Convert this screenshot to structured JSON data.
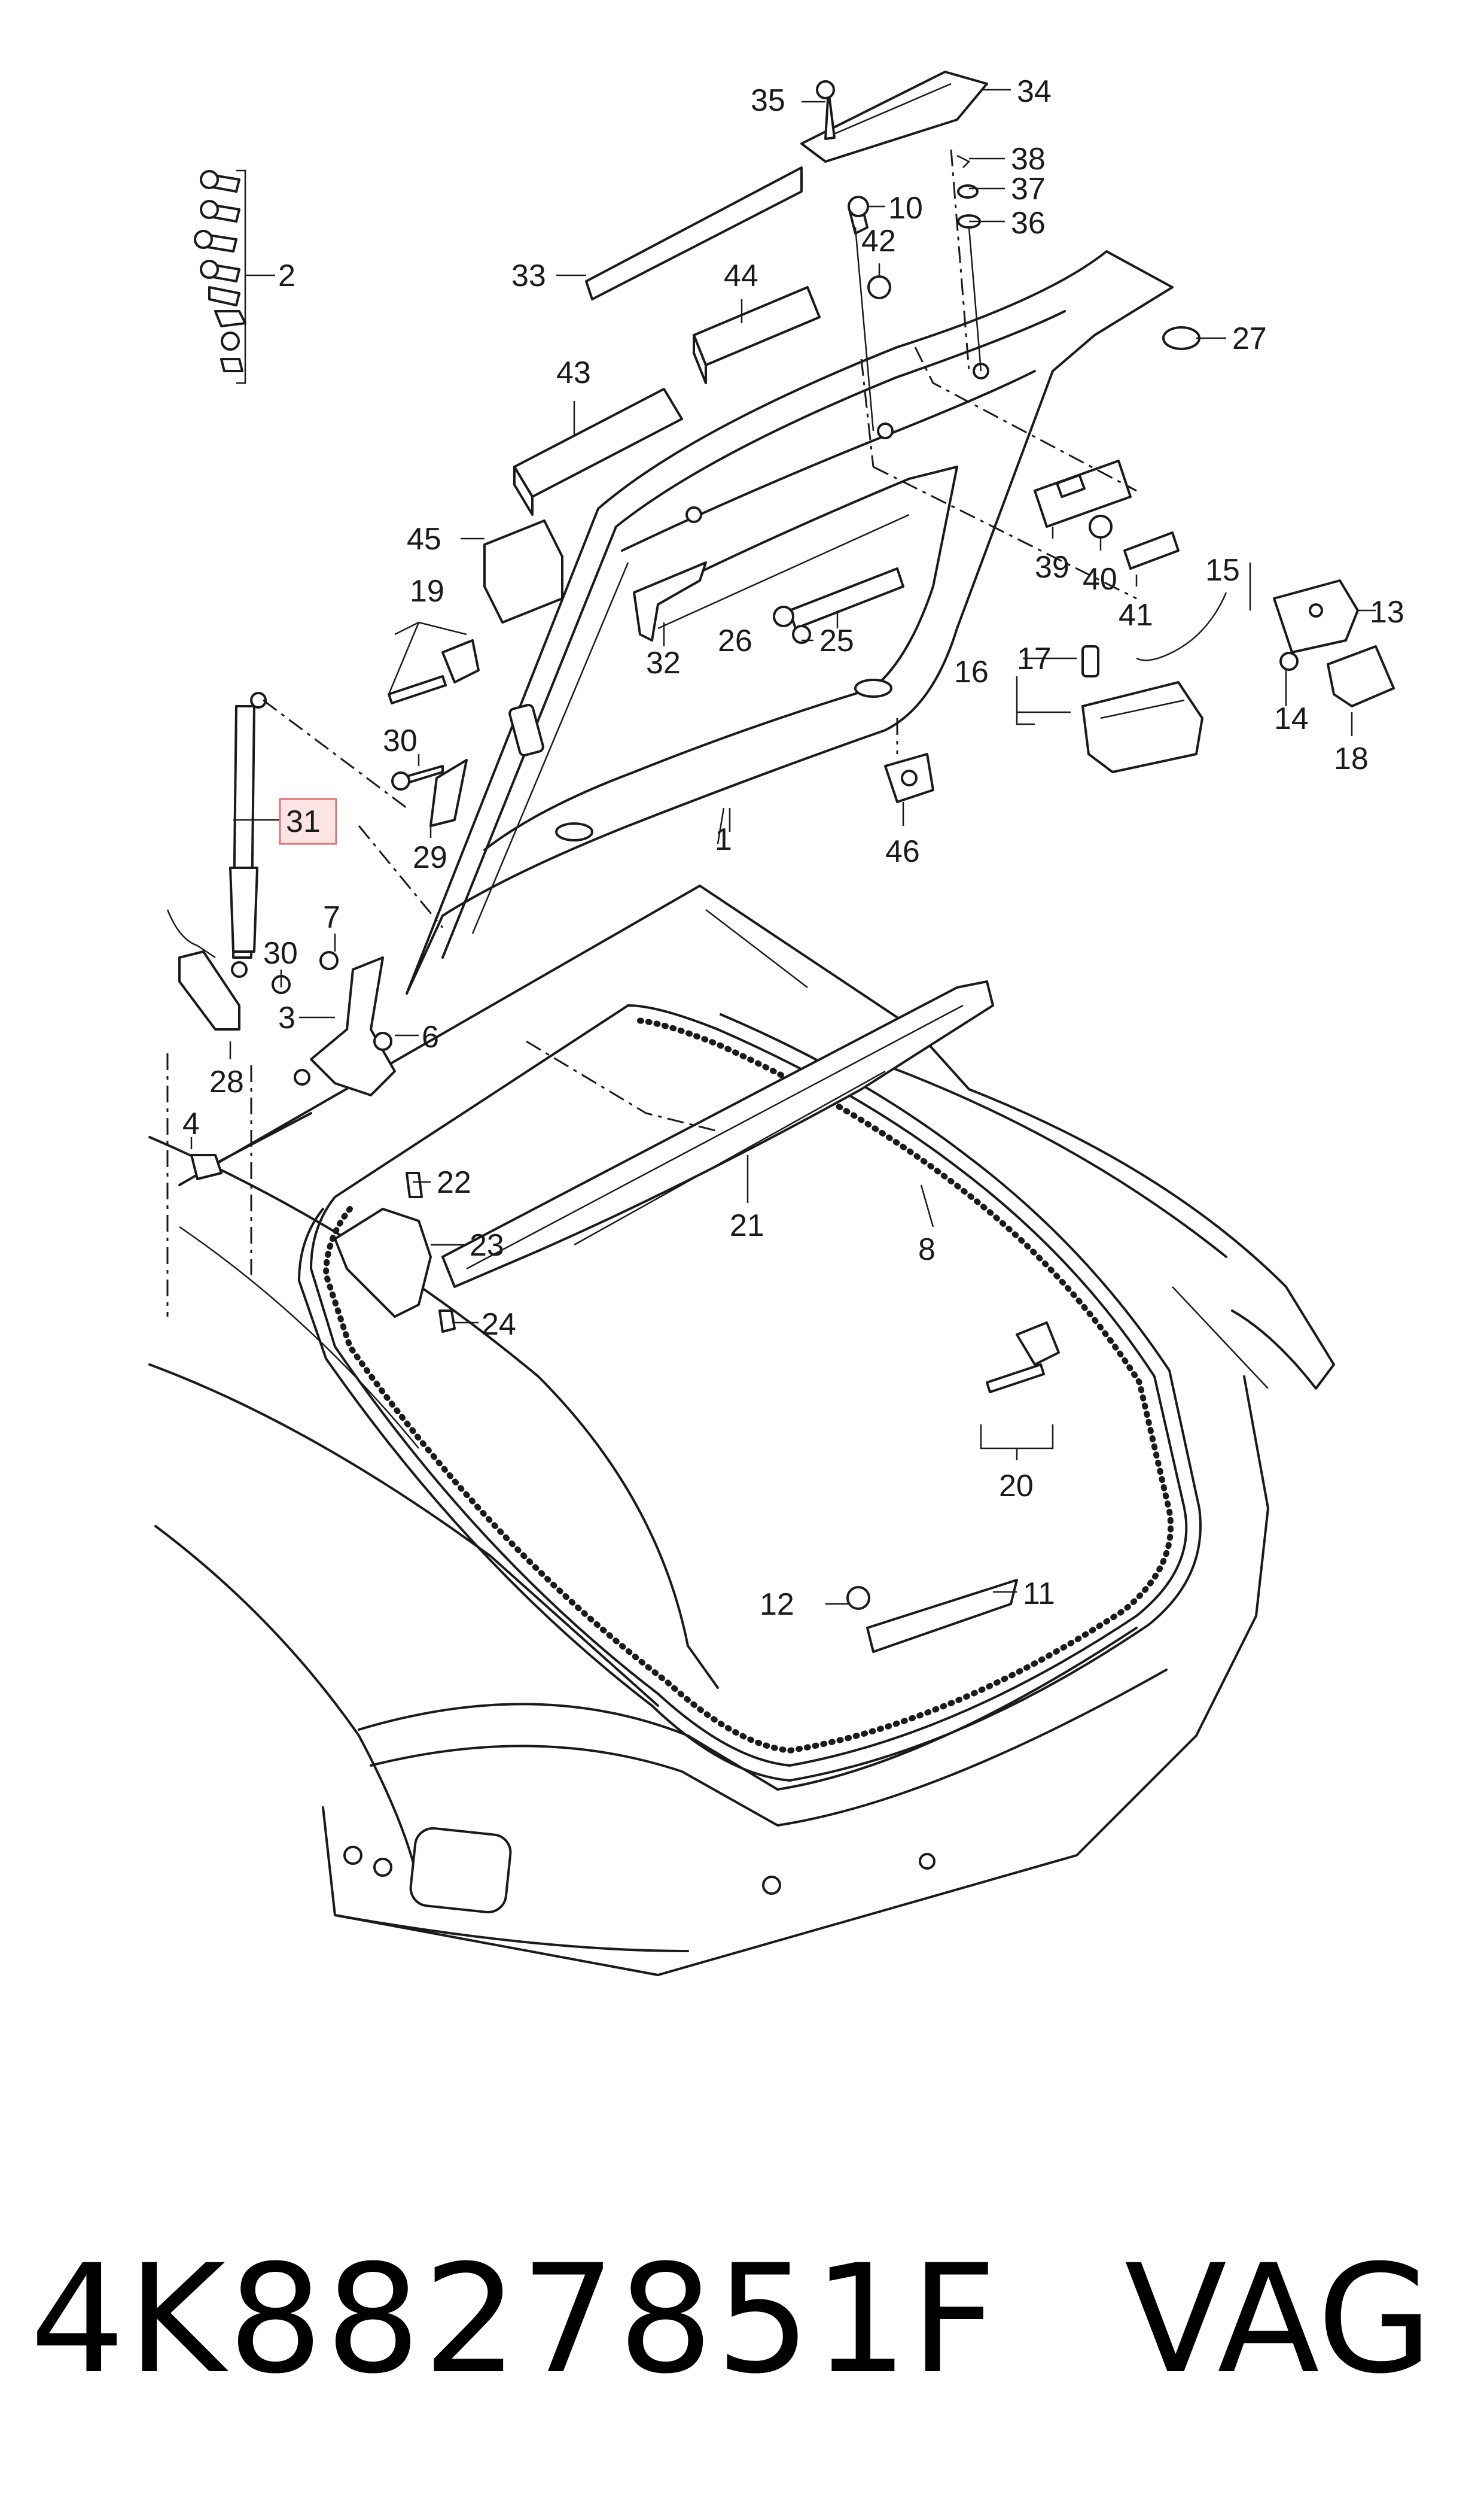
{
  "callouts": [
    {
      "n": "1"
    },
    {
      "n": "2"
    },
    {
      "n": "3"
    },
    {
      "n": "4"
    },
    {
      "n": "6"
    },
    {
      "n": "7"
    },
    {
      "n": "8"
    },
    {
      "n": "10"
    },
    {
      "n": "11"
    },
    {
      "n": "12"
    },
    {
      "n": "13"
    },
    {
      "n": "14"
    },
    {
      "n": "15"
    },
    {
      "n": "16"
    },
    {
      "n": "17"
    },
    {
      "n": "18"
    },
    {
      "n": "19"
    },
    {
      "n": "20"
    },
    {
      "n": "21"
    },
    {
      "n": "22"
    },
    {
      "n": "23"
    },
    {
      "n": "24"
    },
    {
      "n": "25"
    },
    {
      "n": "26"
    },
    {
      "n": "27"
    },
    {
      "n": "28"
    },
    {
      "n": "29"
    },
    {
      "n": "30"
    },
    {
      "n": "30"
    },
    {
      "n": "31"
    },
    {
      "n": "32"
    },
    {
      "n": "33"
    },
    {
      "n": "34"
    },
    {
      "n": "35"
    },
    {
      "n": "36"
    },
    {
      "n": "37"
    },
    {
      "n": "38"
    },
    {
      "n": "39"
    },
    {
      "n": "40"
    },
    {
      "n": "41"
    },
    {
      "n": "42"
    },
    {
      "n": "43"
    },
    {
      "n": "44"
    },
    {
      "n": "45"
    },
    {
      "n": "46"
    }
  ],
  "highlighted_callout": "31",
  "footer": {
    "part_number": "4K8827851F",
    "brand": "VAG"
  }
}
